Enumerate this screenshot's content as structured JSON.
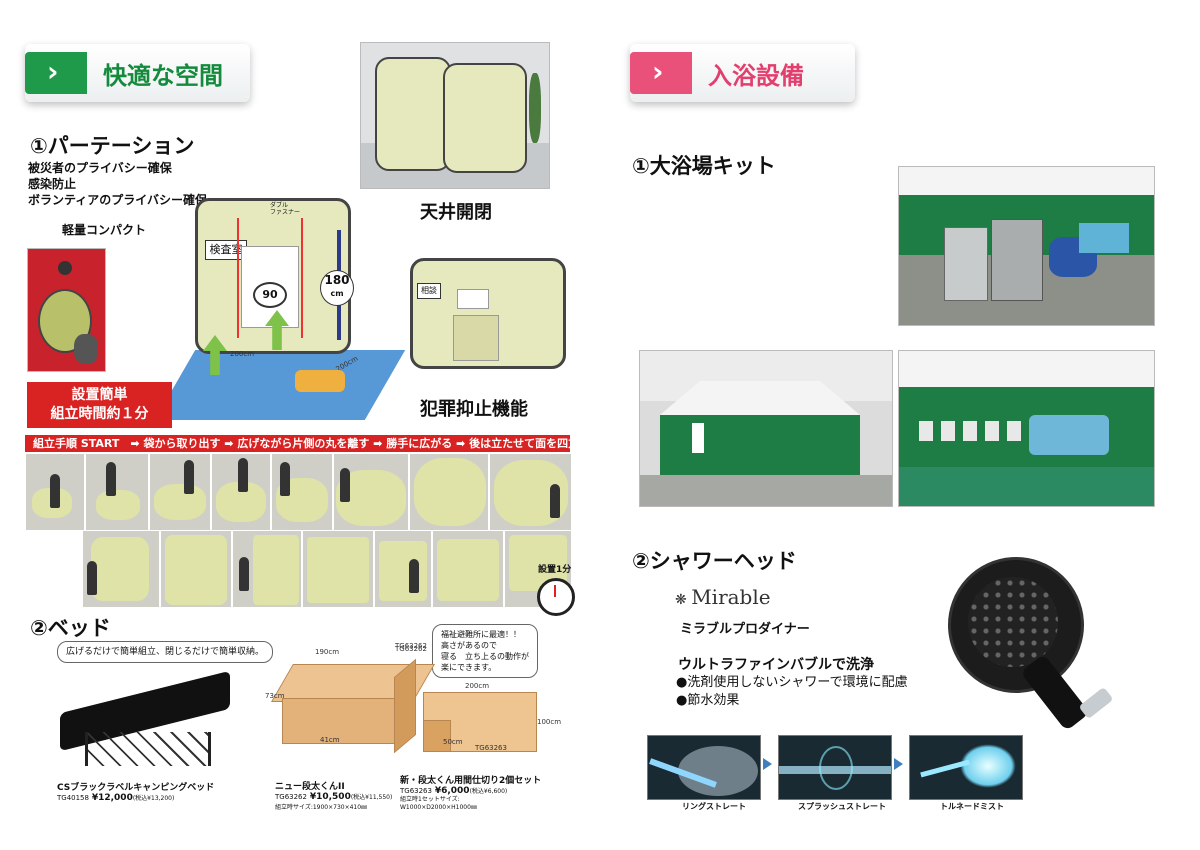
{
  "left": {
    "section_title": "快適な空間",
    "partition": {
      "heading": "①パーテーション",
      "benefits": [
        "被災者のプライバシー確保",
        "感染防止",
        "ボランティアのプライバシー確保"
      ],
      "compact_label": "軽量コンパクト",
      "ceiling_label": "天井開閉",
      "crime_label": "犯罪抑止機能",
      "tent_sign": "検査室",
      "tent_sign2": "相談",
      "door_label": "ダブル\nファスナー",
      "angle": "90",
      "height": "180",
      "height_unit": "cm",
      "width_dim": "200cm",
      "depth_dim": "200cm",
      "setup_easy": "設置簡単",
      "setup_time": "組立時間約１分",
      "steps_bar": "組立手順 START　➡ 袋から取り出す ➡ 広げながら片側の丸を離す ➡ 勝手に広がる ➡ 後は立たせて面を四方へ広げるだけ",
      "timer_label": "設置1分"
    },
    "bed": {
      "heading": "②ベッド",
      "bubble1": "広げるだけで簡単組立、閉じるだけで簡単収納。",
      "bubble2": "福祉避難所に最適！！\n高さがあるので\n寝る　立ち上るの動作が\n楽にできます。",
      "dim_190": "190cm",
      "dim_73": "73cm",
      "dim_41": "41cm",
      "code_top": "TG63262",
      "code_top2": "TG63262",
      "dim_200": "200cm",
      "dim_100": "100cm",
      "dim_50": "50cm",
      "code_bottom": "TG63263",
      "products": [
        {
          "name": "CSブラックラベルキャンピングベッド",
          "code": "TG40158",
          "price": "¥12,000",
          "tax": "(税込¥13,200)"
        },
        {
          "name": "ニュー段太くんII",
          "code": "TG63262",
          "price": "¥10,500",
          "tax": "(税込¥11,550)",
          "size": "組立時サイズ:1900×730×410㎜"
        },
        {
          "name": "新・段太くん用間仕切り2個セット",
          "code": "TG63263",
          "price": "¥6,000",
          "tax": "(税込¥6,600)",
          "size": "組立時1セットサイズ:\nW1000×D2000×H1000㎜"
        }
      ]
    }
  },
  "right": {
    "section_title": "入浴設備",
    "bath": {
      "heading": "①大浴場キット"
    },
    "shower": {
      "heading": "②シャワーヘッド",
      "brand": "Mirable",
      "product": "ミラブルプロダイナー",
      "tagline": "ウルトラファインバブルで洗浄",
      "features": [
        "●洗剤使用しないシャワーで環境に配慮",
        "●節水効果"
      ],
      "modes": [
        "リングストレート",
        "スプラッシュストレート",
        "トルネードミスト"
      ]
    }
  },
  "colors": {
    "green": "#1e9a4a",
    "pink": "#e9507a",
    "red": "#d92222"
  }
}
